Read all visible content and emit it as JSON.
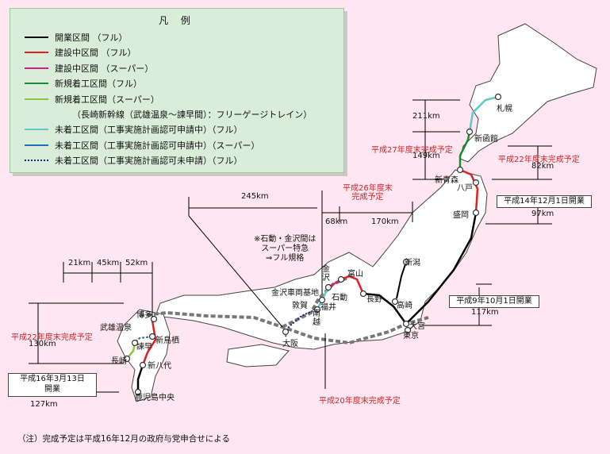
{
  "legend": {
    "title": "凡 例",
    "items": [
      {
        "text": "開業区間 （フル）",
        "color": "#000000",
        "style": "solid"
      },
      {
        "text": "建設中区間 （フル）",
        "color": "#e02020",
        "style": "solid"
      },
      {
        "text": "建設中区間 （スーパー）",
        "color": "#d81b7a",
        "style": "solid"
      },
      {
        "text": "新規着工区間（フル）",
        "color": "#1a8a2e",
        "style": "solid"
      },
      {
        "text": "新規着工区間（スーパー）",
        "color": "#8cc63e",
        "style": "solid"
      },
      {
        "text": "（長崎新幹線（武雄温泉～諫早間）：フリーゲージトレイン）",
        "color": "",
        "style": "none"
      },
      {
        "text": "未着工区間（工事実施計画認可申請中）（フル）",
        "color": "#5fc8c8",
        "style": "solid"
      },
      {
        "text": "未着工区間（工事実施計画認可申請中）（スーパー）",
        "color": "#1f6fb4",
        "style": "solid"
      },
      {
        "text": "未着工区間（工事実施計画認可未申請）（フル）",
        "color": "#1a237e",
        "style": "dotted"
      }
    ]
  },
  "stations": {
    "sapporo": "札幌",
    "shinhakodate": "新函館",
    "shinaomori": "新青森",
    "hachinohe": "八戸",
    "morioka": "盛岡",
    "niigata": "新潟",
    "takasaki": "高崎",
    "omiya": "大宮",
    "tokyo": "東京",
    "nagano": "長野",
    "toyama": "富山",
    "kanazawa": "金\n沢",
    "ishido": "石動",
    "kanazawa_depot": "金沢車両基地",
    "fukui": "福井",
    "tsuruga": "敦賀",
    "nanetsu": "南\n越",
    "osaka": "大阪",
    "hakata": "博多",
    "takeo": "武雄温泉",
    "shintosu": "新鳥栖",
    "isahaya": "諫早",
    "nagasaki": "長崎",
    "shinyatsushiro": "新八代",
    "kagoshima": "鹿児島中央"
  },
  "distances": {
    "d211": "211km",
    "d149": "149km",
    "d82": "82km",
    "d97": "97km",
    "d245": "245km",
    "d68": "68km",
    "d170": "170km",
    "d117": "117km",
    "d21": "21km",
    "d45": "45km",
    "d52": "52km",
    "d130": "130km",
    "d127": "127km"
  },
  "annotations": {
    "h27": "平成27年度末完成予定",
    "h22_east": "平成22年度末完成予定",
    "h26": "平成26年度末\n完成予定",
    "h22_west": "平成22年度末完成予定",
    "h20": "平成20年度末完成予定",
    "ishido_note": "※石動・金沢間は\nスーパー特急\n⇒フル規格"
  },
  "openings": {
    "h14": "平成14年12月1日開業",
    "h9": "平成9年10月1日開業",
    "h16": "平成16年3月13日\n開業"
  },
  "footnote": "（注）完成予定は平成16年12月の政府与党申合せによる",
  "colors": {
    "background": "#ffe6f1",
    "land": "#ffffff",
    "legend_bg": "#d9edd9",
    "open": "#000000",
    "construct_full": "#e02020",
    "construct_super": "#d81b7a",
    "new_full": "#1a8a2e",
    "new_super": "#8cc63e",
    "planned_full": "#5fc8c8",
    "planned_super": "#1f6fb4",
    "unapplied": "#1a237e"
  }
}
